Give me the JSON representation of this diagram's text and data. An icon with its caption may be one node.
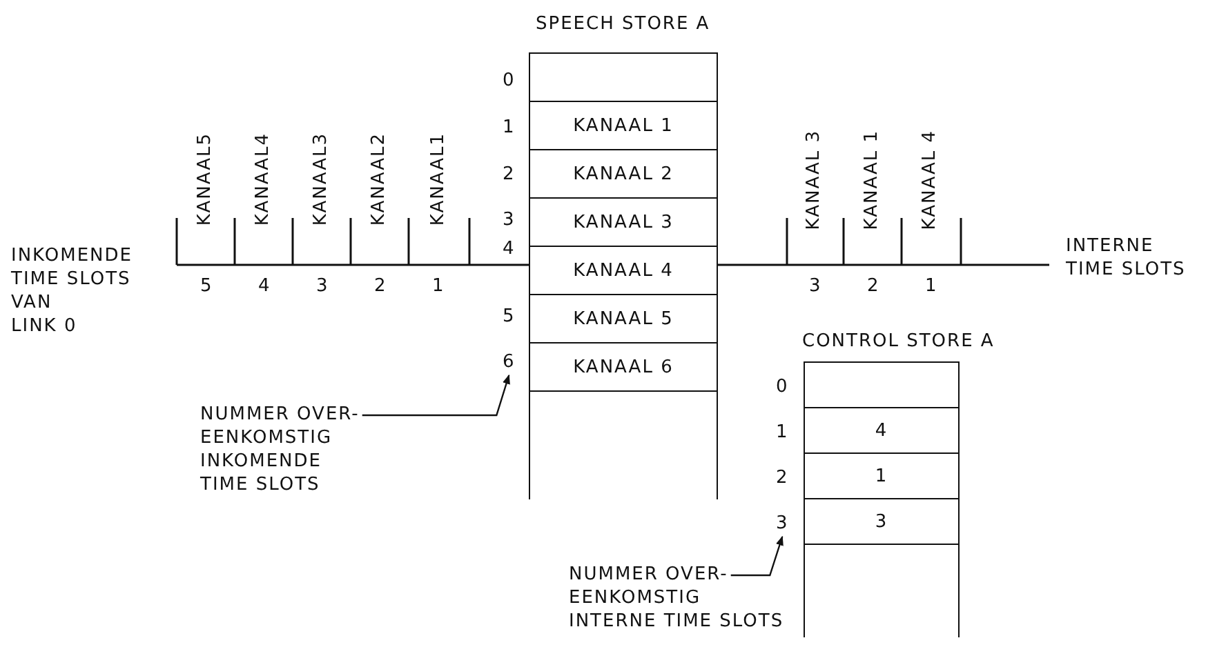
{
  "diagram": {
    "nodes": [
      {
        "text": [
          "SPEECH STORE A"
        ]
      },
      {
        "text": [],
        "shape": "box",
        "in": 0
      },
      {
        "text": [
          "KANAAL 1"
        ],
        "in": 0
      },
      {
        "text": [
          "KANAAL 2"
        ],
        "in": 0
      },
      {
        "text": [
          "KANAAL 3"
        ],
        "in": 0
      },
      {
        "text": [
          "KANAAL 4"
        ],
        "in": 0
      },
      {
        "text": [
          "KANAAL 5"
        ],
        "in": 0
      },
      {
        "text": [
          "KANAAL 6"
        ],
        "in": 0
      },
      {
        "text": [
          "CONTROL STORE A"
        ]
      },
      {
        "text": [],
        "shape": "box",
        "in": 8
      },
      {
        "text": [
          "4"
        ],
        "in": 8
      },
      {
        "text": [
          "1"
        ],
        "in": 8
      },
      {
        "text": [
          "3"
        ],
        "in": 8
      },
      {
        "text": [
          "NUMMER OVER- EENKOMSTIG INKOMENDE TIME SLOTS"
        ]
      },
      {
        "text": [
          "6"
        ]
      },
      {
        "text": [
          "NUMMER OVER- EENKOMSTIG INTERNE TIME SLOTS"
        ]
      },
      {
        "text": [
          "3"
        ]
      }
    ],
    "edges": [
      {
        "from": 13,
        "to": 14,
        "arrow": "to"
      },
      {
        "from": 15,
        "to": 16,
        "arrow": "to"
      }
    ],
    "labels": [
      "0",
      "1",
      "2",
      "3",
      "4",
      "5",
      "KANAAL5",
      "KANAAL4",
      "KANAAL3",
      "KANAAL2",
      "KANAAL1",
      "INKOMENDE TIME SLOTS VAN LINK 0",
      "5",
      "4",
      "3",
      "2",
      "1",
      "KANAAL 3",
      "KANAAL 1",
      "KANAAL 4",
      "INTERNE TIME SLOTS",
      "3",
      "2",
      "1",
      "0",
      "1",
      "2"
    ]
  }
}
